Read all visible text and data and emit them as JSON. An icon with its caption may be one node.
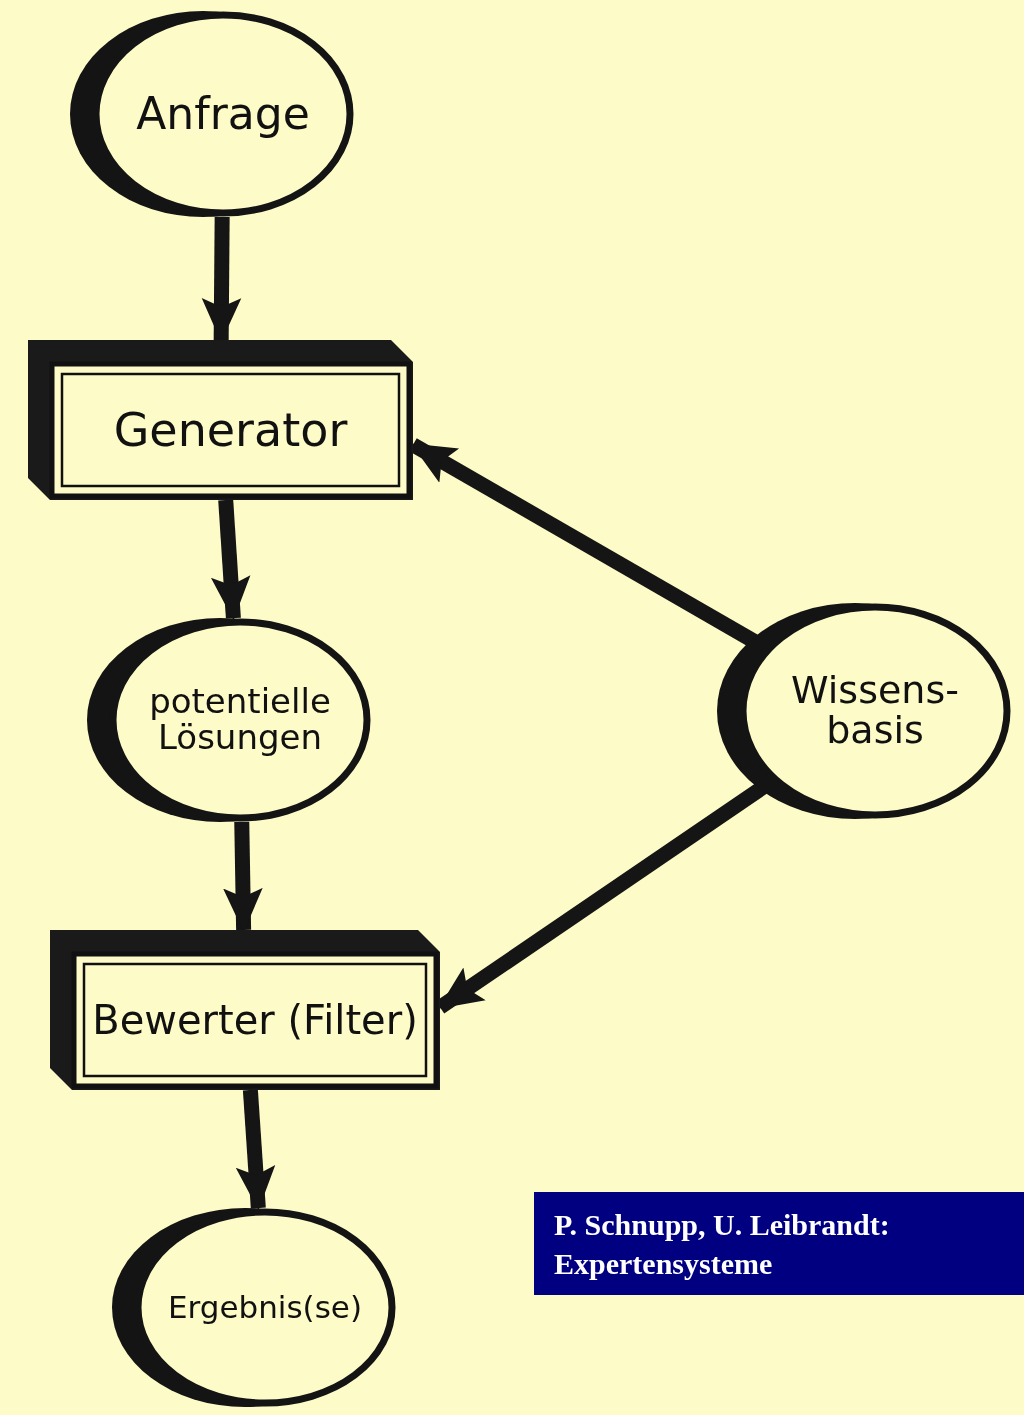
{
  "diagram": {
    "nodes": [
      {
        "text": [
          "Anfrage"
        ]
      },
      {
        "text": [
          "Generator"
        ]
      },
      {
        "text": [
          "potentielle Lösungen"
        ]
      },
      {
        "text": [
          "Wissens- basis"
        ]
      },
      {
        "text": [
          "Bewerter (Filter)"
        ]
      },
      {
        "text": [
          "Ergebnis(se)"
        ]
      },
      {
        "text": [
          "P. Schnupp, U. Leibrandt: Expertensysteme"
        ]
      }
    ],
    "edges": [
      {
        "from": 0,
        "to": 1,
        "arrow": "to"
      },
      {
        "from": 1,
        "to": 2,
        "arrow": "to"
      },
      {
        "from": 3,
        "to": 1,
        "arrow": "to"
      },
      {
        "from": 2,
        "to": 4,
        "arrow": "to"
      },
      {
        "from": 3,
        "to": 4,
        "arrow": "to"
      },
      {
        "from": 4,
        "to": 5,
        "arrow": "to"
      }
    ]
  }
}
